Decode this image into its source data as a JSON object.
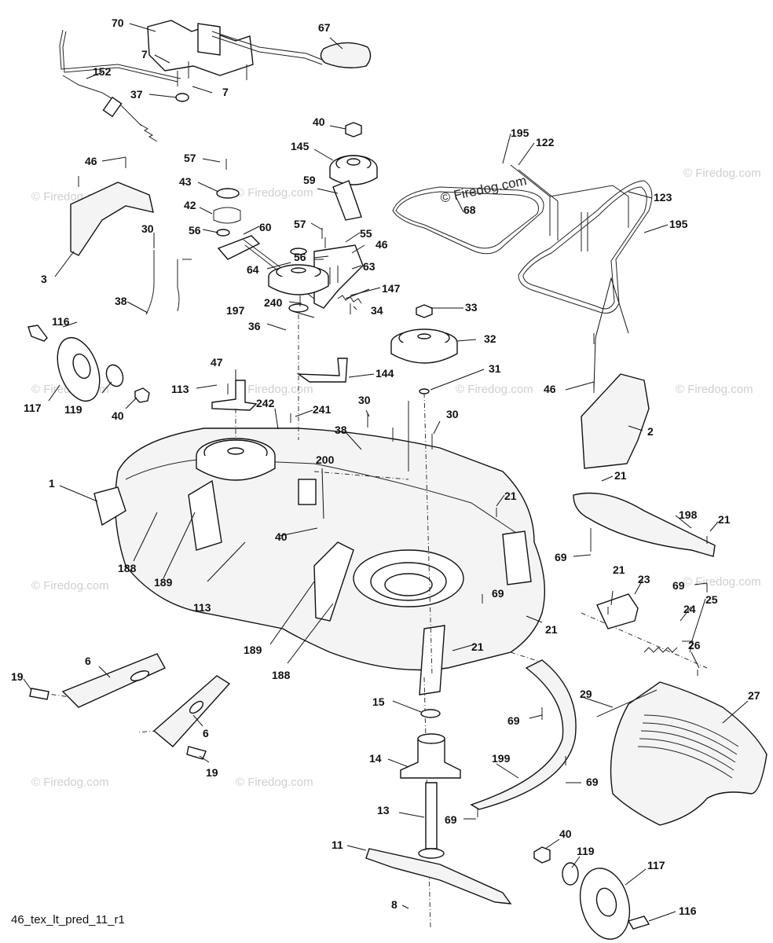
{
  "diagram": {
    "code": "46_tex_lt_pred_11_r1",
    "watermark_main": "© Firedog.com",
    "watermark_tile": "© Firedog.com",
    "callouts": {
      "p70": "70",
      "p67": "67",
      "p7a": "7",
      "p7b": "7",
      "p152": "152",
      "p37": "37",
      "p40a": "40",
      "p145": "145",
      "p195a": "195",
      "p122": "122",
      "p123": "123",
      "p195b": "195",
      "p68": "68",
      "p46a": "46",
      "p57a": "57",
      "p43": "43",
      "p59": "59",
      "p42": "42",
      "p60": "60",
      "p56a": "56",
      "p57b": "57",
      "p55": "55",
      "p46b": "46",
      "p3": "3",
      "p30a": "30",
      "p56b": "56",
      "p63": "63",
      "p64": "64",
      "p147": "147",
      "p240": "240",
      "p34": "34",
      "p197": "197",
      "p33": "33",
      "p38a": "38",
      "p116a": "116",
      "p36": "36",
      "p32": "32",
      "p47": "47",
      "p31": "31",
      "p144": "144",
      "p113a": "113",
      "p46c": "46",
      "p117a": "117",
      "p119a": "119",
      "p40b": "40",
      "p242": "242",
      "p241": "241",
      "p30b": "30",
      "p30c": "30",
      "p2": "2",
      "p38b": "38",
      "p200": "200",
      "p1": "1",
      "p21a": "21",
      "p21b": "21",
      "p198": "198",
      "p21c": "21",
      "p40c": "40",
      "p69a": "69",
      "p188a": "188",
      "p189a": "189",
      "p113b": "113",
      "p21d": "21",
      "p23": "23",
      "p69b": "69",
      "p69c": "69",
      "p21e": "21",
      "p24": "24",
      "p25": "25",
      "p21f": "21",
      "p189b": "189",
      "p188b": "188",
      "p26": "26",
      "p6a": "6",
      "p19a": "19",
      "p15": "15",
      "p29": "29",
      "p27": "27",
      "p6b": "6",
      "p69d": "69",
      "p14": "14",
      "p199": "199",
      "p19b": "19",
      "p69e": "69",
      "p13": "13",
      "p69f": "69",
      "p40d": "40",
      "p11": "11",
      "p119b": "119",
      "p117b": "117",
      "p8": "8",
      "p116b": "116"
    }
  }
}
